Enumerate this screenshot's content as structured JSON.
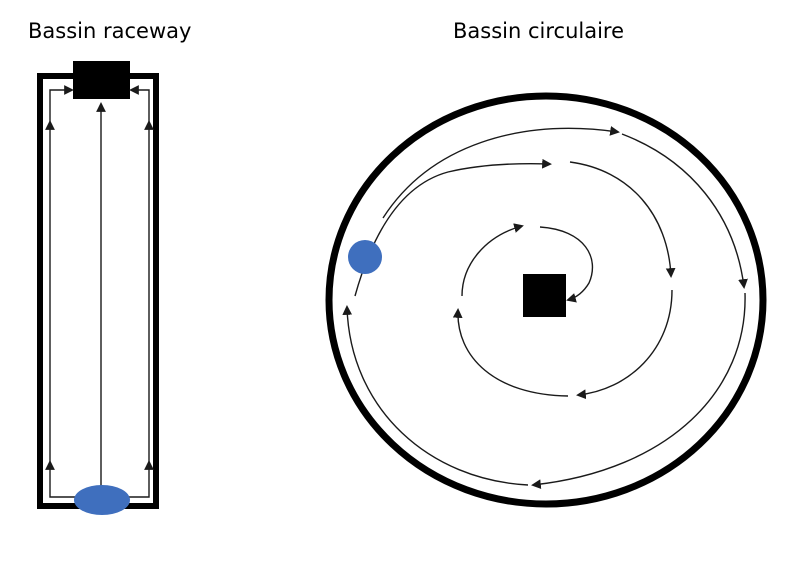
{
  "labels": {
    "raceway": "Bassin raceway",
    "circular": "Bassin circulaire"
  },
  "colors": {
    "outline": "#000000",
    "flow_arrow": "#1a1a1a",
    "inlet": "#3f6fbe"
  },
  "icons": {
    "raceway_outlet": "square-block",
    "raceway_inlet": "blue-ellipse",
    "circular_outlet": "square-block",
    "circular_inlet": "blue-circle"
  }
}
